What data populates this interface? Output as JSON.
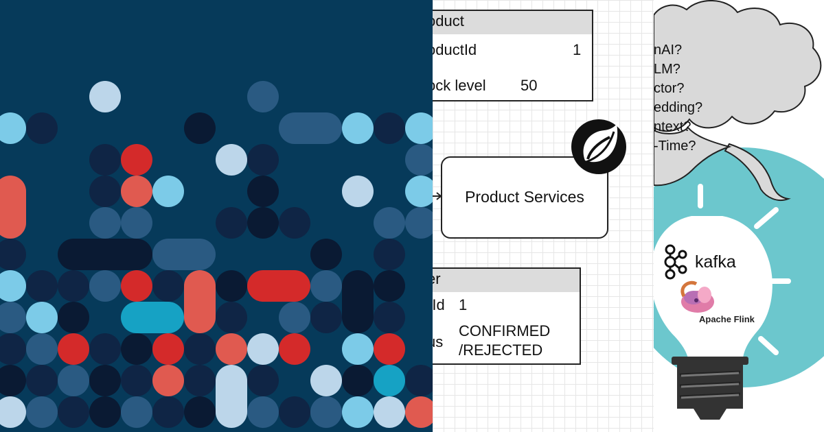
{
  "panel_art": {
    "colors": {
      "background": "#063a5a",
      "navy": "#0f2545",
      "dark": "#0a1a33",
      "mid": "#2a5a82",
      "light": "#7ccbe8",
      "pale": "#bcd6ea",
      "red": "#d42a2a",
      "salmon": "#e05a50",
      "teal": "#16a2c4"
    }
  },
  "panel_diagram": {
    "product_entity": {
      "title": "oduct",
      "rows": [
        {
          "label": "oductId",
          "value": "1"
        },
        {
          "label": "ock level",
          "value": "50"
        }
      ]
    },
    "service": {
      "label": "Product Services",
      "icon": "spring-leaf-icon"
    },
    "order_entity": {
      "title": "er",
      "rows": [
        {
          "label": "rId",
          "value": "1"
        },
        {
          "label": "us",
          "value": "CONFIRMED",
          "value2": "/REJECTED"
        }
      ]
    }
  },
  "panel_bulb": {
    "questions": [
      "nAI?",
      "LM?",
      "ctor?",
      "edding?",
      "ntext?",
      "-Time?"
    ],
    "kafka_label": "kafka",
    "flink_label": "Apache Flink",
    "colors": {
      "bulb": "#6cc7cd",
      "cloud": "#d9d9d9"
    }
  }
}
